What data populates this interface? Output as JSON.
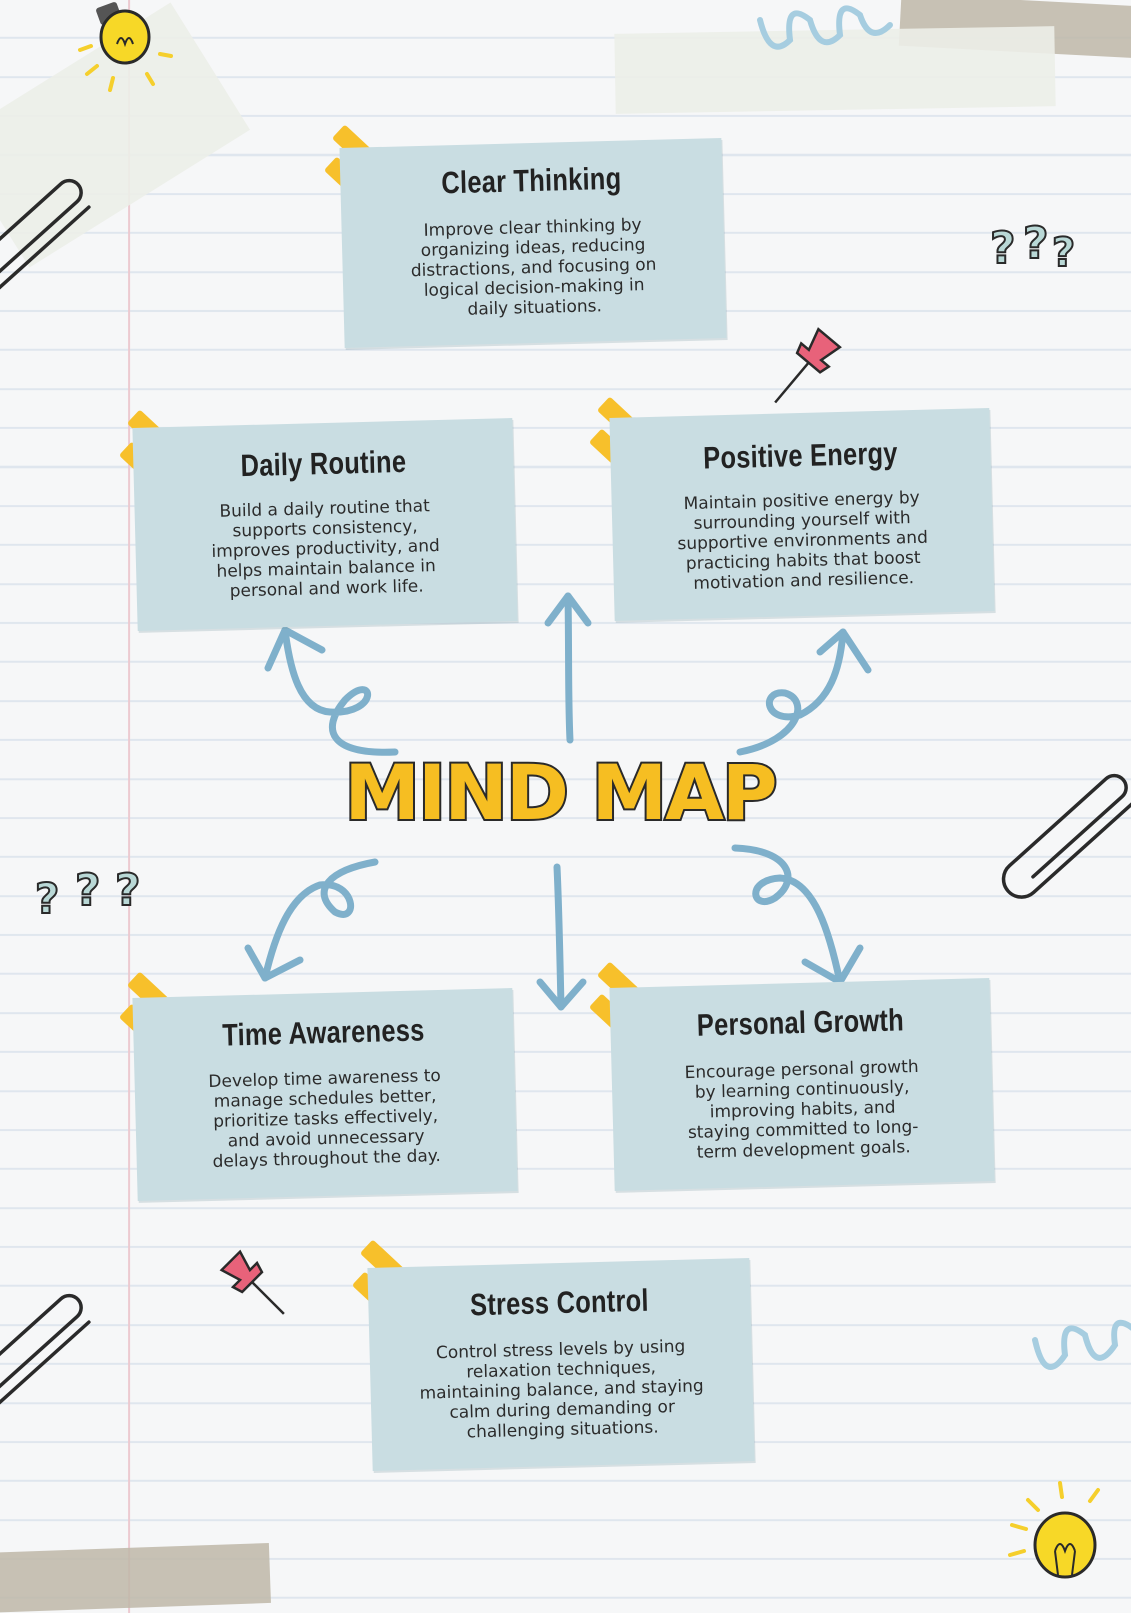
{
  "title": "MIND MAP",
  "colors": {
    "card": "#c9dde2",
    "accent": "#f7c02b",
    "arrow": "#7fb0cb",
    "title_fill": "#f6be22",
    "pin": "#e8627a"
  },
  "nodes": [
    {
      "title": "Clear Thinking",
      "text": [
        "Improve clear thinking by",
        "organizing ideas, reducing",
        "distractions, and focusing on",
        "logical decision-making in",
        "daily situations."
      ]
    },
    {
      "title": "Daily Routine",
      "text": [
        "Build a daily routine that",
        "supports consistency,",
        "improves productivity, and",
        "helps maintain balance in",
        "personal and work life."
      ]
    },
    {
      "title": "Positive Energy",
      "text": [
        "Maintain positive energy by",
        "surrounding yourself with",
        "supportive environments and",
        "practicing habits that boost",
        "motivation and resilience."
      ]
    },
    {
      "title": "Time Awareness",
      "text": [
        "Develop time awareness to",
        "manage schedules better,",
        "prioritize tasks effectively,",
        "and avoid unnecessary",
        "delays throughout the day."
      ]
    },
    {
      "title": "Personal Growth",
      "text": [
        "Encourage personal growth",
        "by learning continuously,",
        "improving habits, and",
        "staying committed to long-",
        "term development goals."
      ]
    },
    {
      "title": "Stress Control",
      "text": [
        "Control stress levels by using",
        "relaxation techniques,",
        "maintaining balance, and staying",
        "calm during demanding or",
        "challenging situations."
      ]
    }
  ],
  "icons": [
    "light-bulb-icon",
    "paperclip-icon",
    "pushpin-icon",
    "question-marks-icon",
    "squiggle-icon"
  ]
}
